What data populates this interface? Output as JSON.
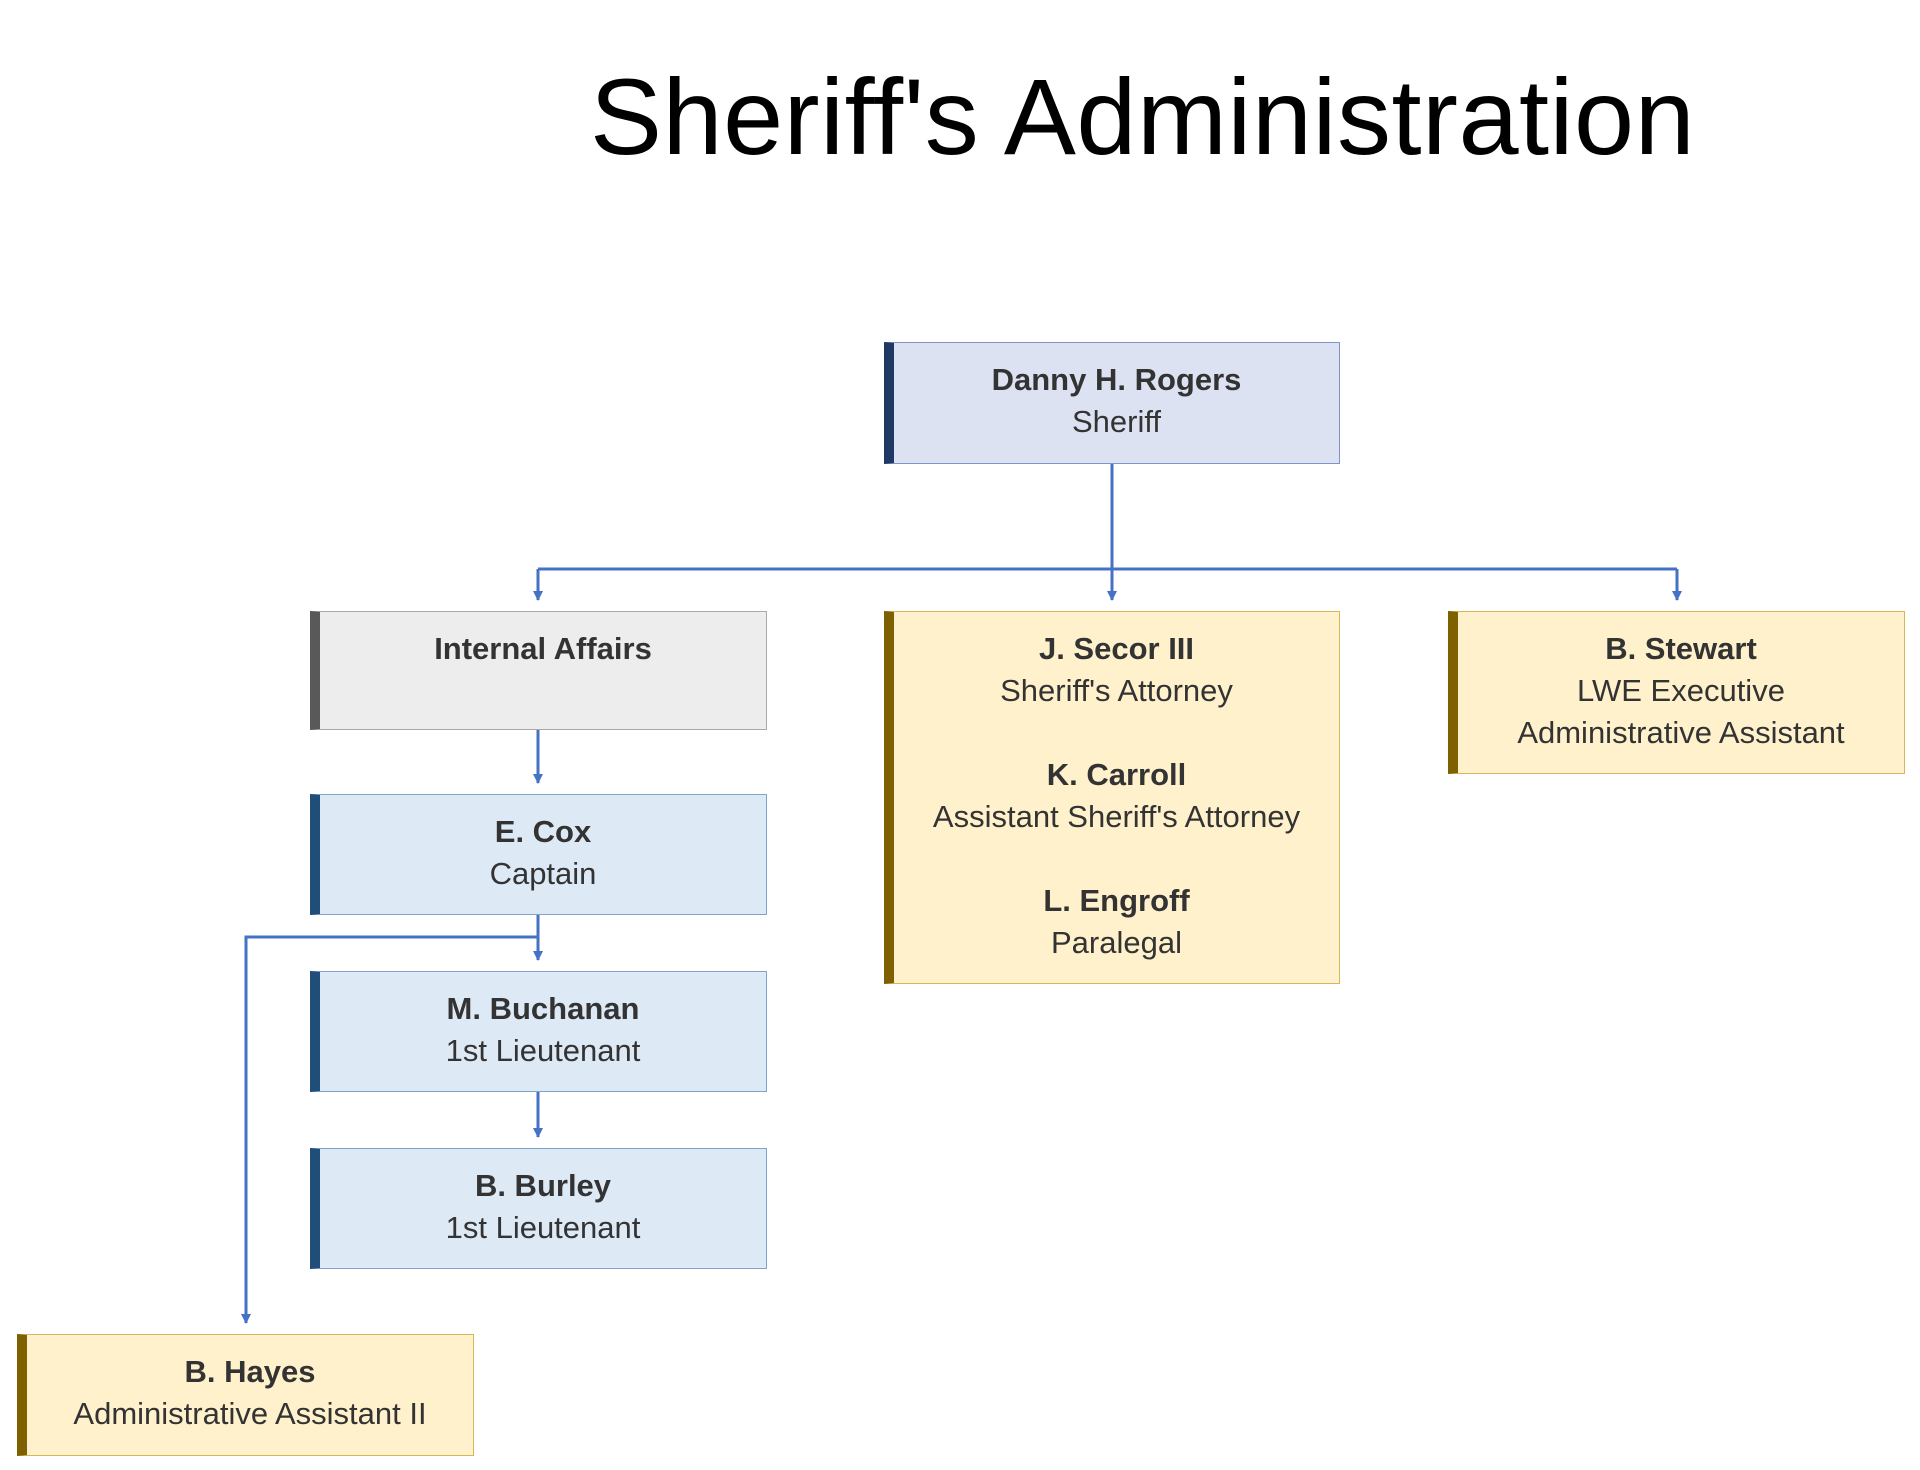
{
  "title": "Sheriff's Administration",
  "colors": {
    "connector": "#4472c4",
    "sheriff_fill": "#dde2f3",
    "command_fill": "#dee9f6",
    "internal_affairs_fill": "#ededed",
    "staff_fill": "#fff1cc"
  },
  "nodes": {
    "sheriff": {
      "name": "Danny H. Rogers",
      "role": "Sheriff"
    },
    "internal_affairs": {
      "name": "Internal Affairs"
    },
    "cox": {
      "name": "E. Cox",
      "role": "Captain"
    },
    "buchanan": {
      "name": "M. Buchanan",
      "role": "1st Lieutenant"
    },
    "burley": {
      "name": "B. Burley",
      "role": "1st Lieutenant"
    },
    "hayes": {
      "name": "B. Hayes",
      "role": "Administrative Assistant II"
    },
    "attorneys": [
      {
        "name": "J. Secor III",
        "role": "Sheriff's Attorney"
      },
      {
        "name": "K. Carroll",
        "role": "Assistant Sheriff's Attorney"
      },
      {
        "name": "L. Engroff",
        "role": "Paralegal"
      }
    ],
    "stewart": {
      "name": "B. Stewart",
      "role_line1": "LWE Executive",
      "role_line2": "Administrative Assistant"
    }
  }
}
